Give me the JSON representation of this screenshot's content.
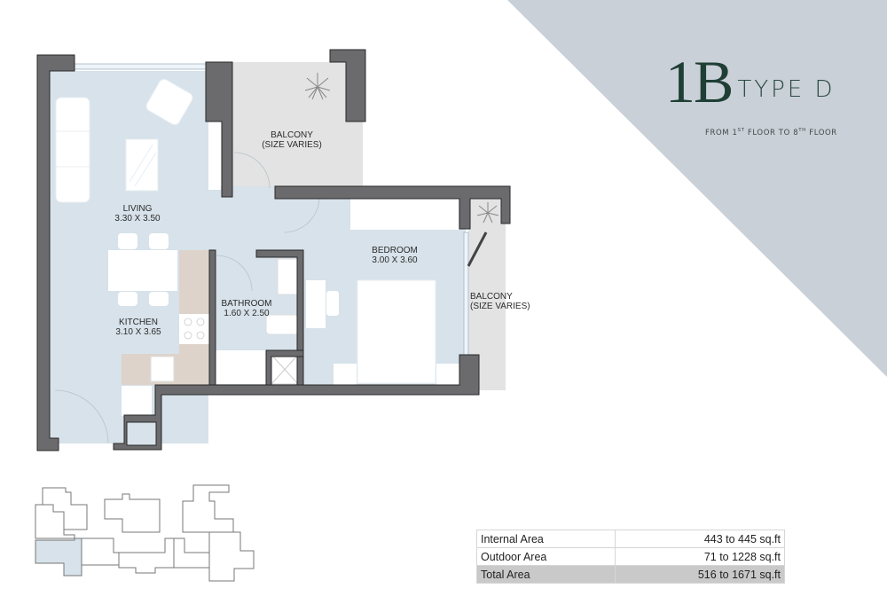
{
  "header": {
    "unit_code": "1B",
    "unit_type": "TYPE D",
    "floors_prefix": "FROM 1",
    "floors_sup1": "ST",
    "floors_mid": " FLOOR TO 8",
    "floors_sup2": "TH",
    "floors_suffix": " FLOOR"
  },
  "rooms": {
    "living": {
      "name": "LIVING",
      "size": "3.30 X 3.50"
    },
    "kitchen": {
      "name": "KITCHEN",
      "size": "3.10 X 3.65"
    },
    "bathroom": {
      "name": "BATHROOM",
      "size": "1.60 X 2.50"
    },
    "bedroom": {
      "name": "BEDROOM",
      "size": "3.00 X 3.60"
    },
    "balcony_top": {
      "name": "BALCONY",
      "size": "(SIZE VARIES)"
    },
    "balcony_side": {
      "name": "BALCONY",
      "size": "(SIZE VARIES)"
    }
  },
  "area_table": {
    "rows": [
      {
        "label": "Internal Area",
        "value": "443 to 445 sq.ft"
      },
      {
        "label": "Outdoor Area",
        "value": "71 to 1228 sq.ft"
      },
      {
        "label": "Total Area",
        "value": "516 to 1671 sq.ft"
      }
    ]
  },
  "colors": {
    "accent_triangle": "#c9d0d8",
    "title_green": "#1f3f35",
    "wall": "#6b6b6d",
    "interior": "#d7e2ea",
    "balcony": "#e3e3e3",
    "kitchen_counter": "#ddd3cb",
    "key_plan_highlight": "#d7e2ea"
  }
}
